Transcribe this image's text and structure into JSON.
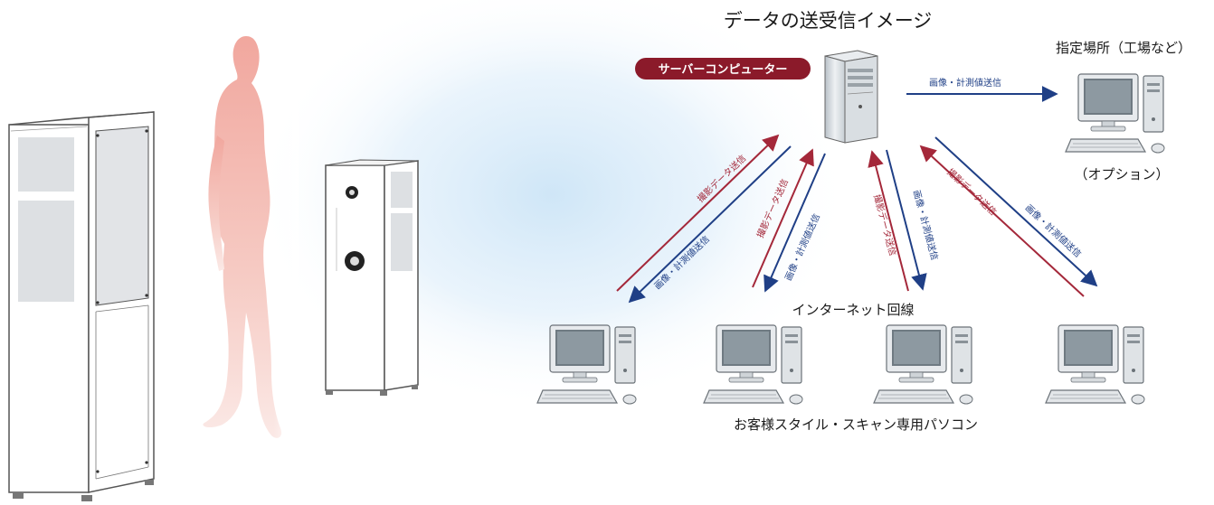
{
  "diagram": {
    "title": "データの送受信イメージ",
    "server_label": "サーバーコンピューター",
    "designated_place": "指定場所（工場など）",
    "option": "（オプション）",
    "internet_line": "インターネット回線",
    "client_pcs_label": "お客様スタイル・スキャン専用パソコン",
    "arrow_send_image_measure": "画像・計測値送信",
    "arrow_send_scan_data": "撮影データ送信"
  },
  "colors": {
    "title_text": "#1a1a1a",
    "server_badge": "#8b1a2a",
    "arrow_blue": "#1f3f86",
    "arrow_red": "#a4283a",
    "person_gradient_top": "#f2b1a8",
    "glow_blue": "#cfe6f7"
  },
  "icons": {
    "server": "tower-server-icon",
    "pc": "desktop-pc-icon",
    "scanner_large": "scanner-booth-icon",
    "scanner_small": "scanner-unit-icon",
    "person": "person-silhouette-icon"
  }
}
